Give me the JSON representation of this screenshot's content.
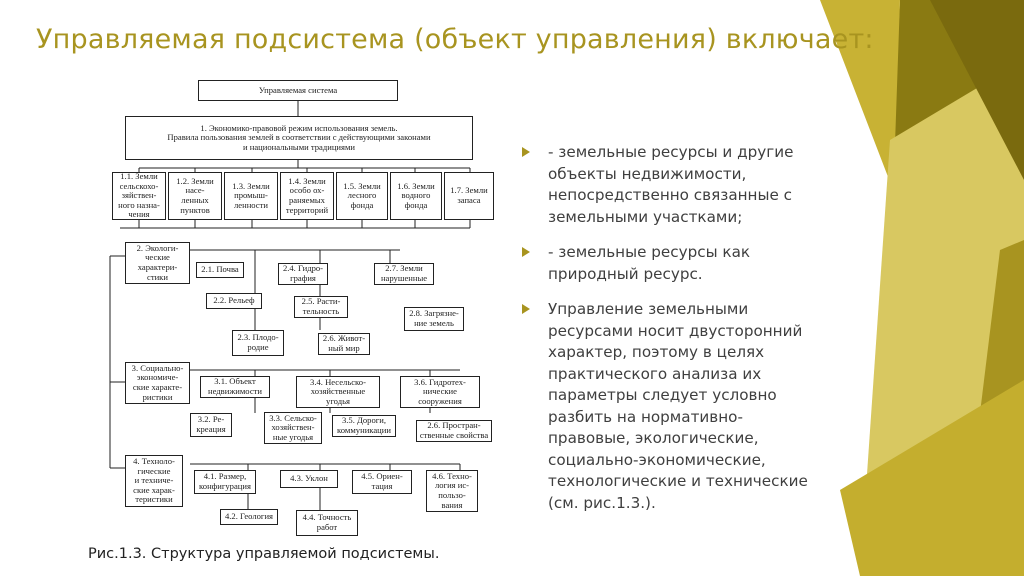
{
  "slide": {
    "title": "Управляемая подсистема (объект управления) включает:",
    "caption": "Рис.1.3. Структура управляемой подсистемы.",
    "accent_color": "#a89420",
    "bullets": [
      "- земельные ресурсы и другие объекты недвижимости, непосредственно связанные с земельными участками;",
      "- земельные ресурсы как природный ресурс.",
      "Управление земельными ресурсами носит двусторонний характер, поэтому в целях практического анализа их параметры следует условно разбить на нормативно-правовые, экологические, социально-экономические, технологические и технические (см. рис.1.3.)."
    ]
  },
  "diagram": {
    "root": "Управляемая система",
    "level1": "1. Экономико-правовой режим использования земель.\nПравила пользования землей в соответствии с действующими законами\nи национальными традициями",
    "legal": [
      "1.1. Земли\nсельскохо-\nзяйствен-\nного назна-\nчения",
      "1.2. Земли\nнасе-\nленных\nпунктов",
      "1.3. Земли\nпромыш-\nленности",
      "1.4. Земли\nособо ох-\nраняемых\nтерриторий",
      "1.5. Земли\nлесного\nфонда",
      "1.6. Земли\nводного\nфонда",
      "1.7. Земли\nзапаса"
    ],
    "ecological": "2. Экологи-\nческие\nхарактери-\nстики",
    "eco_items": [
      "2.1. Почва",
      "2.2. Рельеф",
      "2.3. Плодо-\nродие",
      "2.4. Гидро-\nграфия",
      "2.5. Расти-\nтельность",
      "2.6. Живот-\nный мир",
      "2.7. Земли\nнарушенные",
      "2.8. Загрязне-\nние земель"
    ],
    "social": "3. Социально-\nэкономиче-\nские характе-\nристики",
    "soc_items": [
      "3.1. Объект\nнедвижимости",
      "3.2. Ре-\nкреация",
      "3.3. Сельско-\nхозяйствен-\nные угодья",
      "3.4. Несельско-\nхозяйственные\nугодья",
      "3.5. Дороги,\nкоммуникации",
      "3.6. Гидротех-\nнические\nсооружения",
      "2.6. Простран-\nственные свойства"
    ],
    "technical": "4. Техноло-\nгические\nи техниче-\nские харак-\nтеристики",
    "tech_items": [
      "4.1. Размер,\nконфигурация",
      "4.2. Геология",
      "4.3. Уклон",
      "4.4. Точность\nработ",
      "4.5. Ориен-\nтация",
      "4.6. Техно-\nлогия ис-\nпользо-\nвания"
    ]
  }
}
